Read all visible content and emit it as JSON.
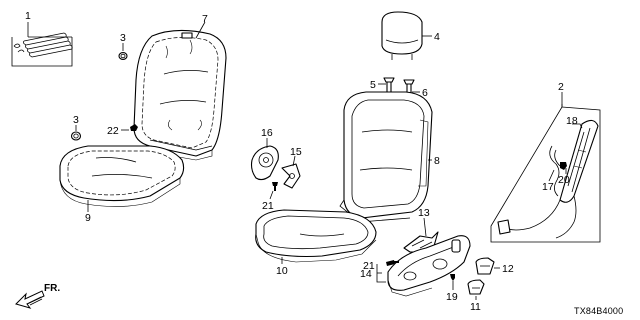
{
  "diagram_code": "TX84B4000",
  "callouts": [
    "1",
    "2",
    "3",
    "3",
    "4",
    "5",
    "6",
    "7",
    "8",
    "9",
    "10",
    "11",
    "12",
    "13",
    "14",
    "15",
    "16",
    "17",
    "18",
    "19",
    "20",
    "21",
    "21",
    "22"
  ]
}
